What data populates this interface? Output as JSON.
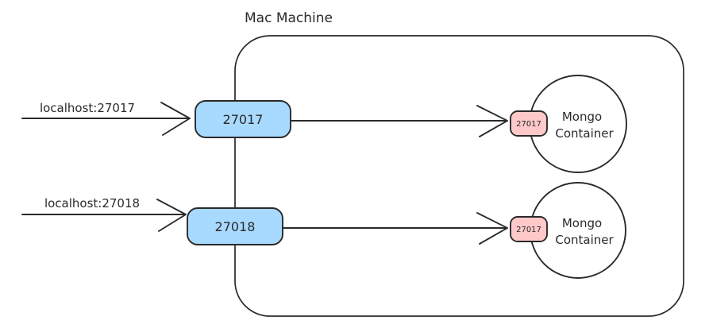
{
  "diagram": {
    "title": "Mac Machine",
    "external_connections": [
      {
        "label": "localhost:27017"
      },
      {
        "label": "localhost:27018"
      }
    ],
    "host_ports": [
      {
        "label": "27017"
      },
      {
        "label": "27018"
      }
    ],
    "containers": [
      {
        "port_label": "27017",
        "name_line1": "Mongo",
        "name_line2": "Container"
      },
      {
        "port_label": "27017",
        "name_line1": "Mongo",
        "name_line2": "Container"
      }
    ],
    "colors": {
      "stroke": "#2a2a2a",
      "host_port_fill": "#a8d9ff",
      "container_port_fill": "#ffc9c9",
      "canvas": "#ffffff"
    }
  }
}
